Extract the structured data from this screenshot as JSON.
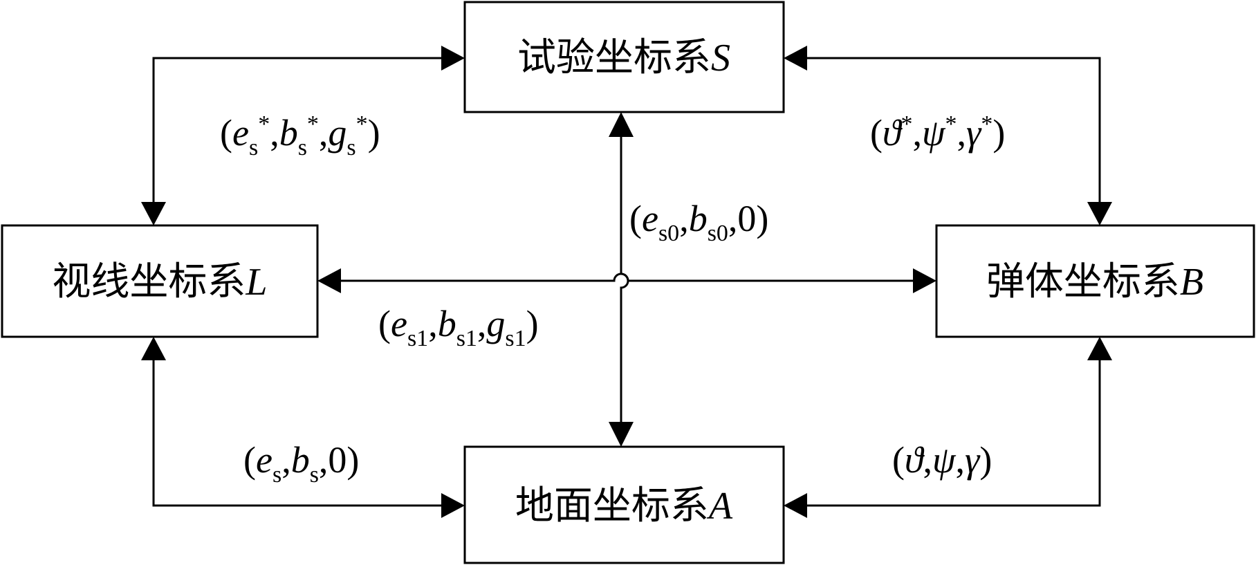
{
  "nodes": {
    "test": {
      "text": "试验坐标系",
      "symbol": "S"
    },
    "los": {
      "text": "视线坐标系",
      "symbol": "L"
    },
    "body": {
      "text": "弹体坐标系",
      "symbol": "B"
    },
    "ground": {
      "text": "地面坐标系",
      "symbol": "A"
    }
  },
  "edges": {
    "test_los": {
      "label": "(es*,bs*,gs*)"
    },
    "test_body": {
      "label": "(ϑ*,ψ*,γ*)"
    },
    "test_ground": {
      "label": "(es0,bs0,0)"
    },
    "los_body": {
      "label": "(es1,bs1,gs1)"
    },
    "los_ground": {
      "label": "(es,bs,0)"
    },
    "body_ground": {
      "label": "(ϑ,ψ,γ)"
    }
  },
  "colors": {
    "stroke": "#000000",
    "background": "#ffffff"
  }
}
